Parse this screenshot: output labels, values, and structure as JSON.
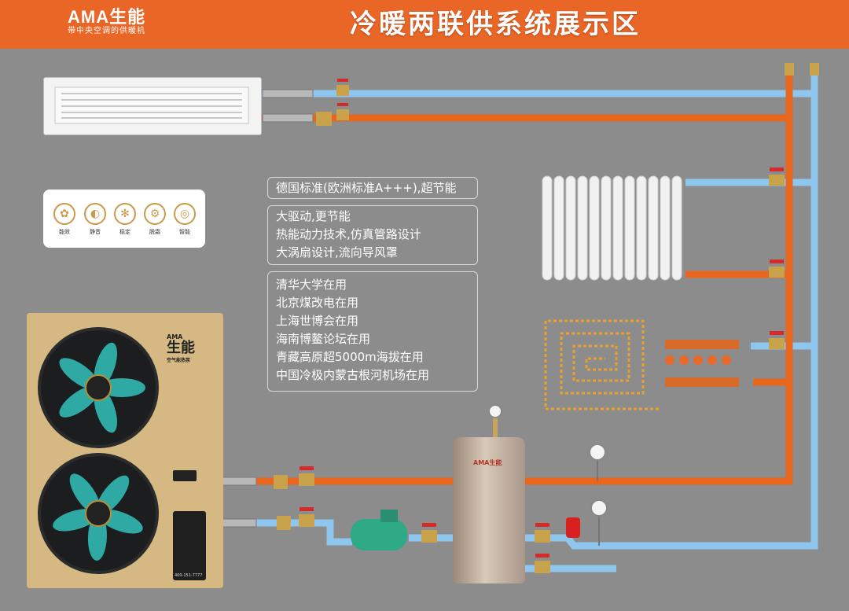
{
  "header": {
    "brand": "AMA生能",
    "tagline": "带中央空调的供暖机",
    "title": "冷暖两联供系统展示区",
    "color": "#ea6626"
  },
  "feature_badges": [
    {
      "icon": "leaf-efficiency-icon",
      "label": "能效"
    },
    {
      "icon": "speaker-silent-icon",
      "label": "静音"
    },
    {
      "icon": "fan-stable-icon",
      "label": "稳定"
    },
    {
      "icon": "gear-defrost-icon",
      "label": "脱霜"
    },
    {
      "icon": "smart-control-icon",
      "label": "智能"
    }
  ],
  "info_boxes": {
    "standard": [
      "德国标准(欧洲标准A+++),超节能"
    ],
    "tech": [
      "大驱动,更节能",
      "热能动力技术,仿真管路设计",
      "大涡扇设计,流向导风罩"
    ],
    "usage": [
      "清华大学在用",
      "北京煤改电在用",
      "上海世博会在用",
      "海南博鳌论坛在用",
      "青藏高原超5000m海拔在用",
      "中国冷极内蒙古根河机场在用"
    ]
  },
  "unit": {
    "logo_small": "AMA",
    "logo_main": "生能",
    "sub": "空气能热泵",
    "hotline": "400-151-7777"
  },
  "tank": {
    "logo": "AMA生能"
  },
  "colors": {
    "hot_pipe": "#e9661f",
    "cold_pipe": "#8ec6ee",
    "background": "#8c8c8c"
  }
}
